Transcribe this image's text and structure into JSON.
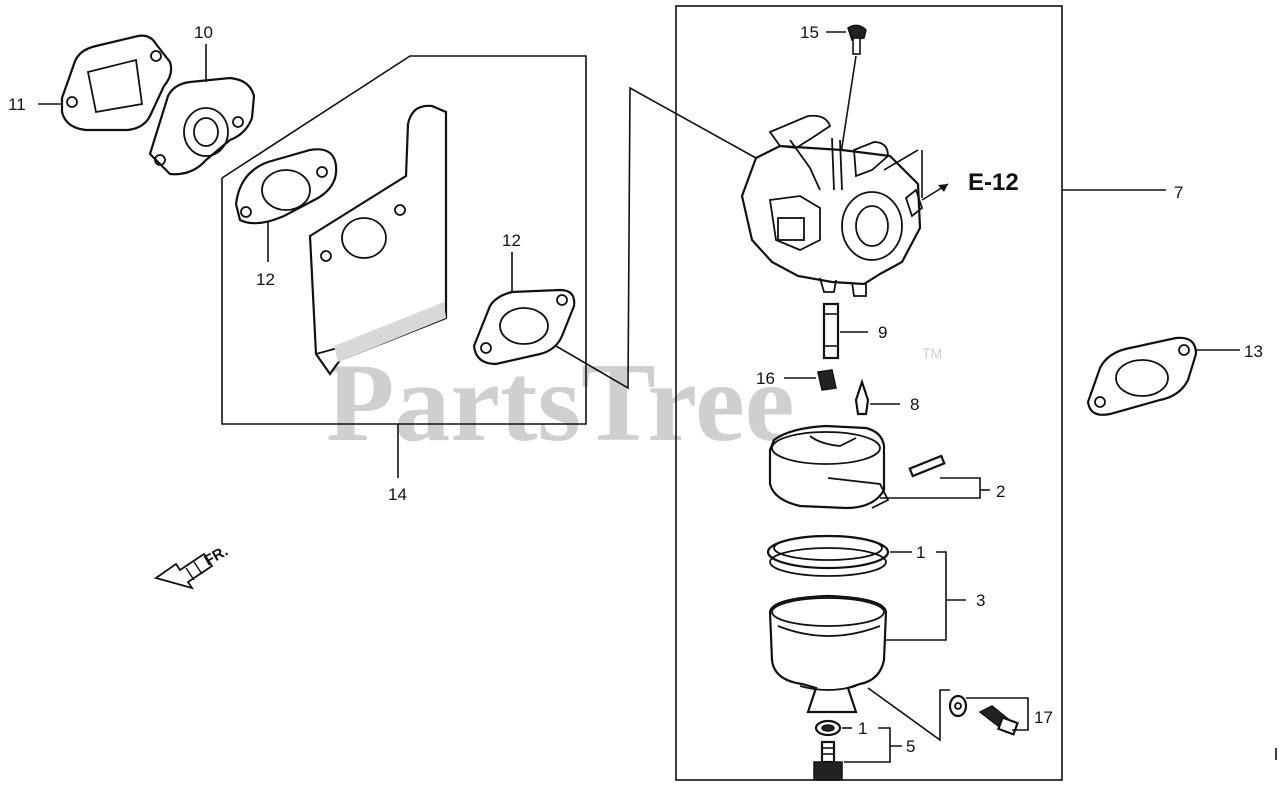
{
  "diagram": {
    "watermark": "PartsTree",
    "trademark": "TM",
    "reference_label": "E-12",
    "front_label": "FR.",
    "callouts": {
      "c1a": "1",
      "c1b": "1",
      "c2": "2",
      "c3": "3",
      "c5": "5",
      "c7": "7",
      "c8": "8",
      "c9": "9",
      "c10": "10",
      "c11": "11",
      "c12a": "12",
      "c12b": "12",
      "c13": "13",
      "c14": "14",
      "c15": "15",
      "c16": "16",
      "c17": "17"
    }
  }
}
